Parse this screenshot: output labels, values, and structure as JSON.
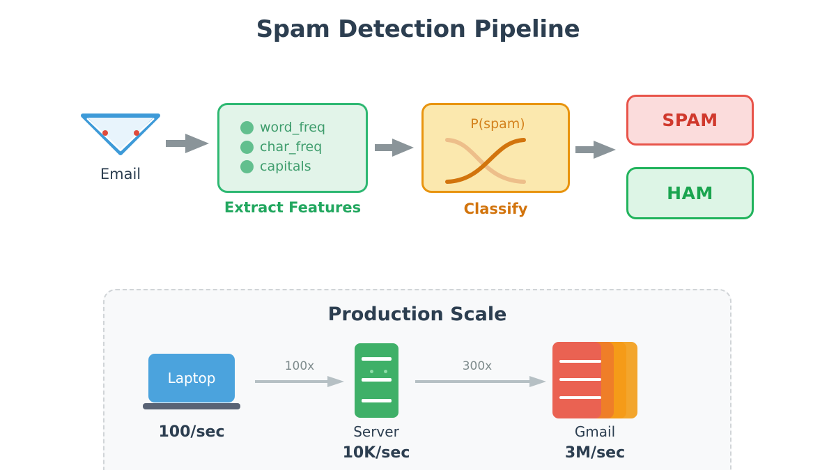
{
  "title": "Spam Detection Pipeline",
  "pipeline": {
    "email": {
      "caption": "Email",
      "icon": "email-envelope-icon"
    },
    "arrow1": {
      "icon": "block-arrow-right-icon"
    },
    "extract": {
      "label": "Extract Features",
      "features": [
        "word_freq",
        "char_freq",
        "capitals"
      ]
    },
    "arrow2": {
      "icon": "block-arrow-right-icon"
    },
    "classify": {
      "label": "Classify",
      "probability_text": "P(spam)",
      "curve_icon": "sigmoid-cross-curves-icon"
    },
    "arrow3": {
      "icon": "block-arrow-right-icon"
    },
    "results": [
      {
        "label": "SPAM",
        "fill": "#fbdcdc",
        "border": "#e8544a",
        "text_color": "#d0392d"
      },
      {
        "label": "HAM",
        "fill": "#ddf5e6",
        "border": "#21b35c",
        "text_color": "#1aa44f"
      }
    ]
  },
  "production": {
    "title": "Production Scale",
    "nodes": [
      {
        "name": "Laptop",
        "rate": "100/sec",
        "icon": "laptop-icon",
        "color": "#4ba3dd"
      },
      {
        "name": "Server",
        "rate": "10K/sec",
        "icon": "server-icon",
        "color": "#3fb068"
      },
      {
        "name": "Gmail",
        "rate": "3M/sec",
        "icon": "stacked-servers-icon",
        "color": "#f59b18"
      }
    ],
    "scale_arrows": [
      {
        "label": "100x"
      },
      {
        "label": "300x"
      }
    ]
  },
  "colors": {
    "title": "#2c3e50",
    "green": "#22a75f",
    "orange": "#d2740d",
    "red": "#d0392d",
    "arrow_gray": "#8a9499",
    "panel_bg": "#f8f9fa"
  }
}
